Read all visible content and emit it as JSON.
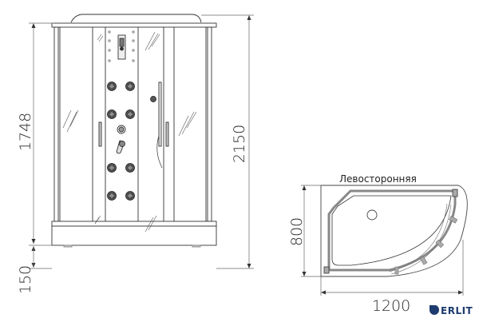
{
  "front_view": {
    "dim_total_height": "2150",
    "dim_cabin_height": "1748",
    "dim_tray_height": "150"
  },
  "plan_view": {
    "orientation_label": "Левосторонняя",
    "dim_width": "1200",
    "dim_depth": "800"
  },
  "brand": {
    "name": "ERLIT",
    "color": "#1d3b6e"
  }
}
